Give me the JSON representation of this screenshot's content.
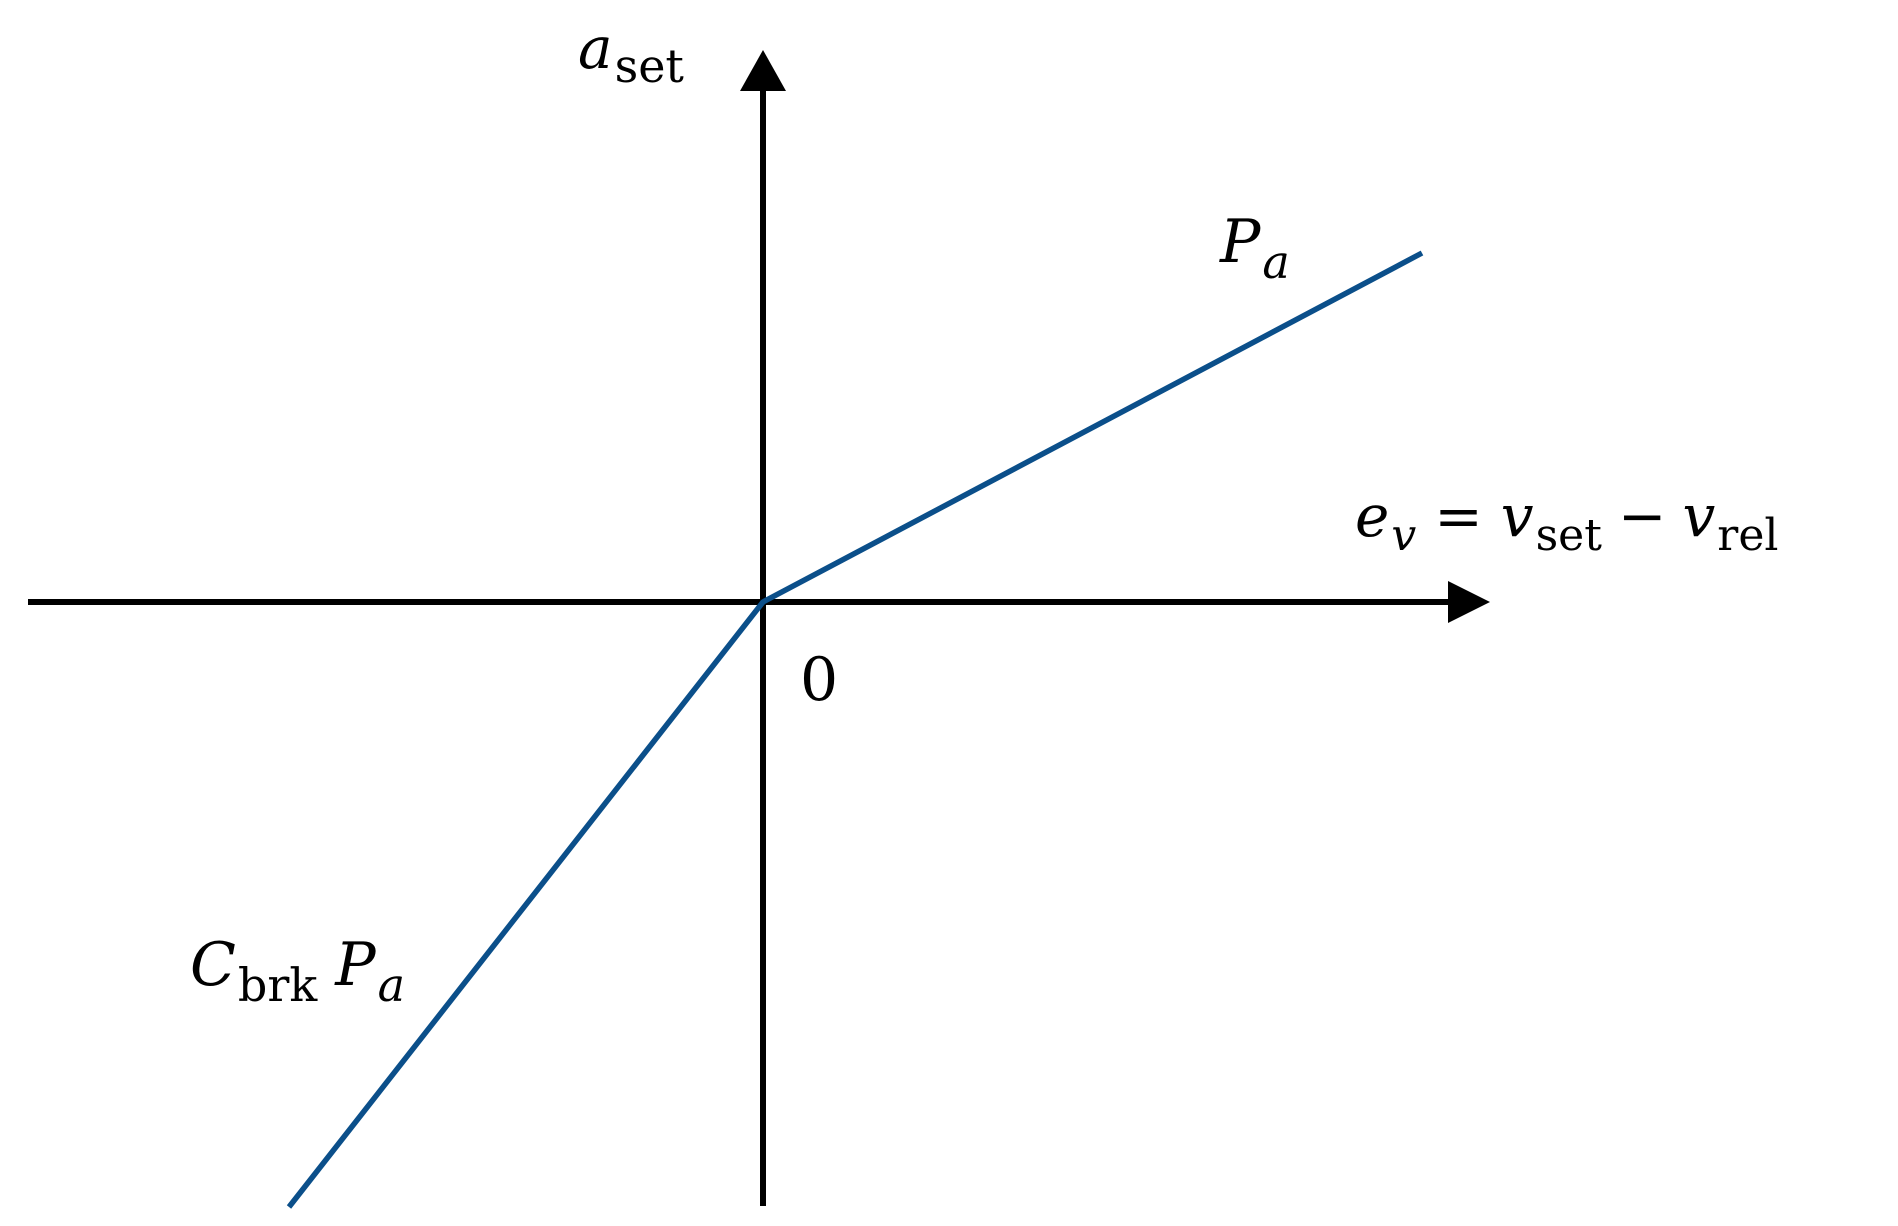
{
  "diagram": {
    "y_axis_label": {
      "symbol": "a",
      "subscript": "set"
    },
    "x_axis_label": {
      "lhs_symbol": "e",
      "lhs_subscript": "v",
      "equals": "=",
      "term1_symbol": "v",
      "term1_subscript": "set",
      "minus": "−",
      "term2_symbol": "v",
      "term2_subscript": "rel"
    },
    "origin_label": "0",
    "upper_segment_label": {
      "symbol": "P",
      "subscript": "a"
    },
    "lower_segment_label": {
      "coef_symbol": "C",
      "coef_subscript": "brk",
      "symbol": "P",
      "subscript": "a"
    },
    "colors": {
      "axis": "#000000",
      "line": "#0b4f8a",
      "text": "#000000"
    }
  }
}
